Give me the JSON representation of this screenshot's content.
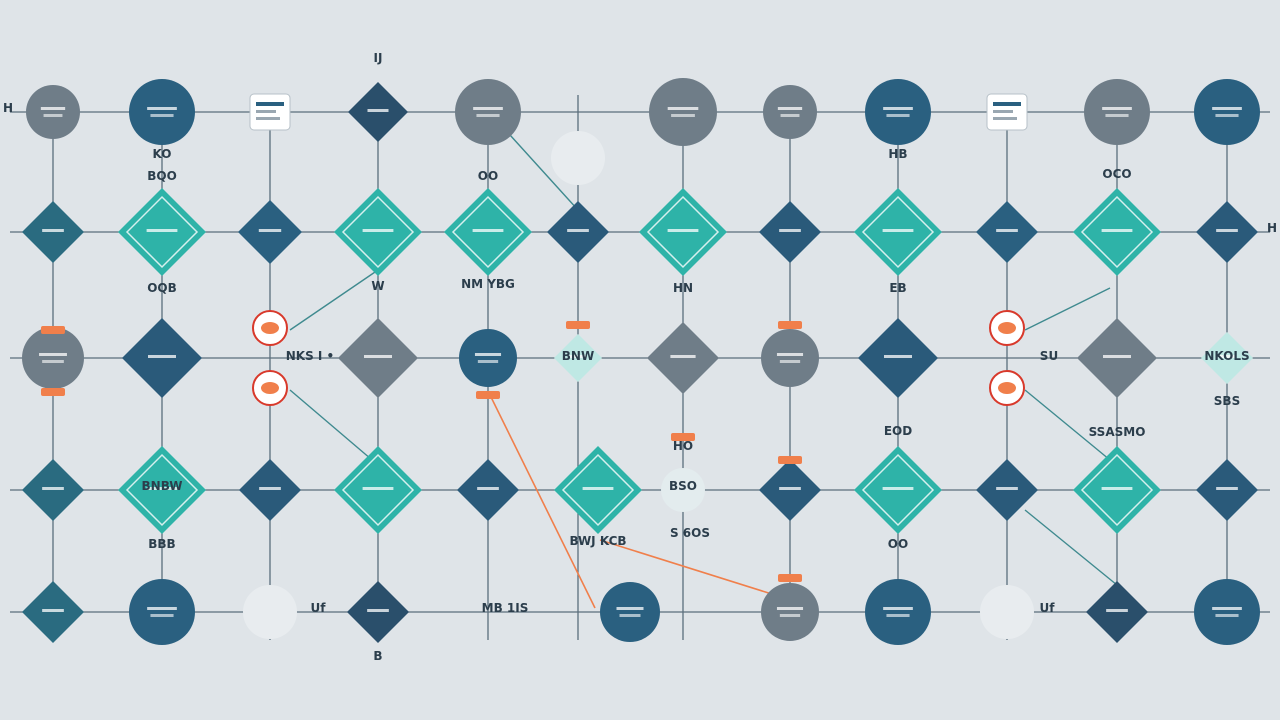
{
  "colors": {
    "background": "#dfe4e8",
    "navy": "#2a6080",
    "slate": "#6f7d88",
    "teal": "#2eb3a8",
    "light": "#e3e8eb",
    "orange": "#f07f4b",
    "red_circle": "#d8392b"
  },
  "labels": {
    "l_ko": "KO",
    "l_ns1": "NKS I •",
    "l_nm": "NM YBG",
    "l_ws": "W",
    "l_oqb": "OQB",
    "l_oco": "OCO",
    "l_hb": "HB",
    "l_sbs": "SBS",
    "l_su": "SU",
    "l_ij": "IJ",
    "l_eb": "EB",
    "l_hn": "HN",
    "l_bqo": "BQO",
    "l_oo": "OO",
    "l_bwjkcb": "BWJ KCB",
    "l_sqs": "S 6OS",
    "l_bnw": "BNW",
    "l_ho": "HO",
    "l_bso": "BSO",
    "l_nkols": "NKOLS",
    "l_eod": "EOD",
    "l_ssasmo": "SSASMO",
    "l_oo2": "OO",
    "l_bnbw": "BNBW",
    "l_b": "B",
    "l_ws2": "Uf",
    "l_ws3": "Uf",
    "l_m": "MB 1IS",
    "l_ds": "BBB",
    "l_side1": "H",
    "l_side2": "H"
  }
}
